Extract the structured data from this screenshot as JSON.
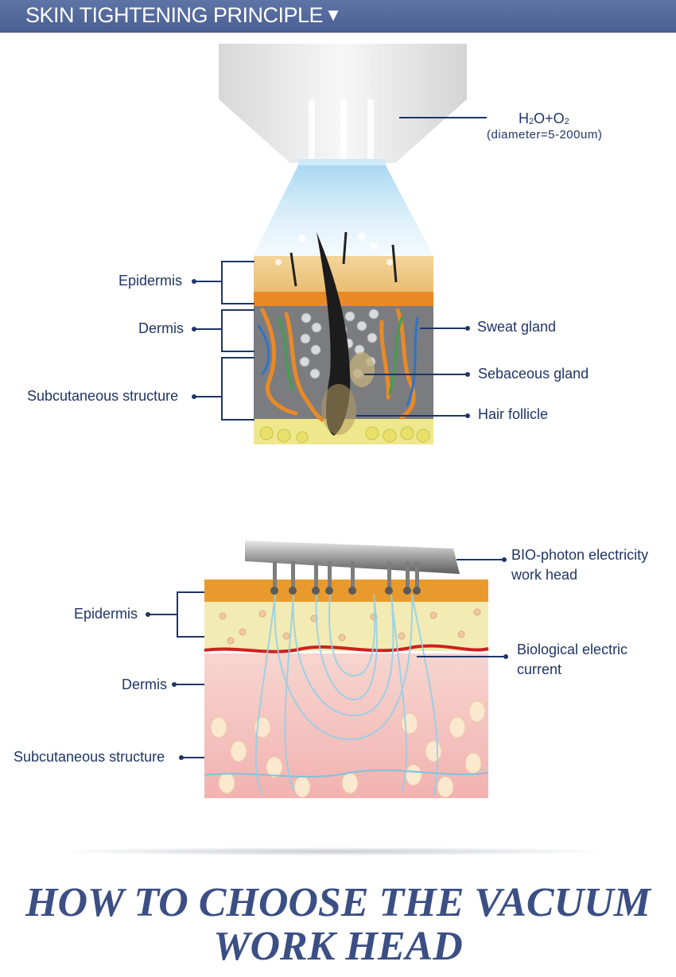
{
  "header": {
    "title": "SKIN TIGHTENING PRINCIPLE",
    "arrow": "▼"
  },
  "top_diagram": {
    "formula": {
      "h": "H",
      "h_sub": "2",
      "o": "O+O",
      "o_sub": "2"
    },
    "formula_note": "(diameter=5-200um)",
    "labels": {
      "epidermis": "Epidermis",
      "dermis": "Dermis",
      "subcutaneous": "Subcutaneous structure",
      "sweat_gland": "Sweat gland",
      "sebaceous_gland": "Sebaceous gland",
      "hair_follicle": "Hair follicle"
    }
  },
  "bottom_diagram": {
    "labels": {
      "work_head_line1": "BIO-photon electricity",
      "work_head_line2": "work head",
      "epidermis": "Epidermis",
      "current_line1": "Biological electric",
      "current_line2": "current",
      "dermis": "Dermis",
      "subcutaneous": "Subcutaneous structure"
    }
  },
  "footer": {
    "title_line1": "HOW TO CHOOSE THE VACUUM",
    "title_line2": "WORK HEAD"
  },
  "colors": {
    "header": "#4a5f93",
    "label_text": "#1f3566",
    "leader_line": "#1f3566"
  }
}
